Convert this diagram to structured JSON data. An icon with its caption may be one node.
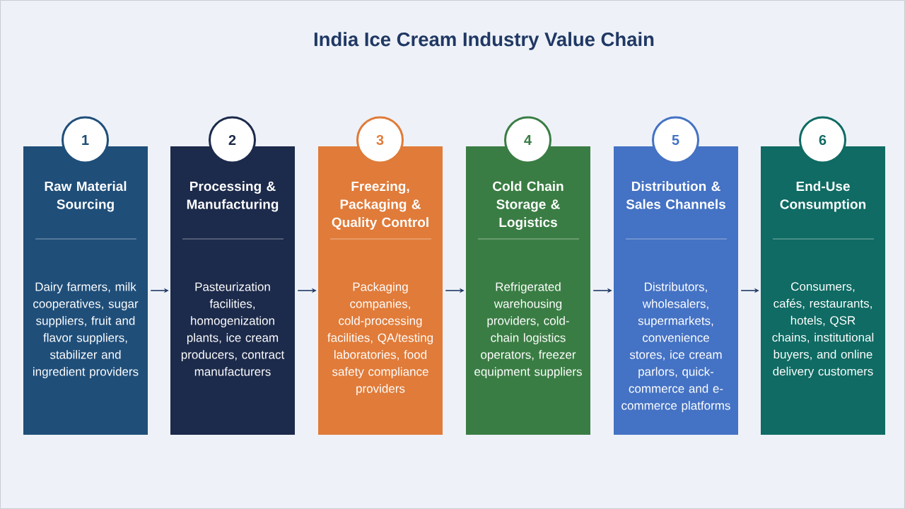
{
  "diagram": {
    "title": "India Ice Cream Industry Value Chain",
    "nodes": [
      {
        "text": [
          "1"
        ]
      },
      {
        "text": [
          "Raw Material Sourcing",
          "Dairy farmers, milk cooperatives, sugar suppliers, fruit and flavor suppliers, stabilizer and ingredient providers"
        ]
      },
      {
        "text": [
          "2"
        ]
      },
      {
        "text": [
          "Processing & Manufacturing",
          "Pasteurization facilities, homogenization plants, ice cream producers, contract manufacturers"
        ]
      },
      {
        "text": [
          "3"
        ]
      },
      {
        "text": [
          "Freezing, Packaging & Quality Control",
          "Packaging companies, cold-processing facilities, QA/testing laboratories, food safety compliance providers"
        ]
      },
      {
        "text": [
          "4"
        ]
      },
      {
        "text": [
          "Cold Chain Storage & Logistics",
          "Refrigerated warehousing providers, cold-chain logistics operators, freezer equipment suppliers"
        ]
      },
      {
        "text": [
          "5"
        ]
      },
      {
        "text": [
          "Distribution & Sales Channels",
          "Distributors, wholesalers, supermarkets, convenience stores, ice cream parlors, quick-commerce and e-commerce platforms"
        ]
      },
      {
        "text": [
          "6"
        ]
      },
      {
        "text": [
          "End-Use Consumption",
          "Consumers, cafés, restaurants, hotels, QSR chains, institutional buyers, and online delivery customers"
        ]
      }
    ],
    "edges": [
      {
        "from": 1,
        "to": 3,
        "arrow": "to"
      },
      {
        "from": 3,
        "to": 5,
        "arrow": "to"
      },
      {
        "from": 5,
        "to": 7,
        "arrow": "to"
      },
      {
        "from": 7,
        "to": 9,
        "arrow": "to"
      },
      {
        "from": 9,
        "to": 11,
        "arrow": "to"
      }
    ]
  }
}
